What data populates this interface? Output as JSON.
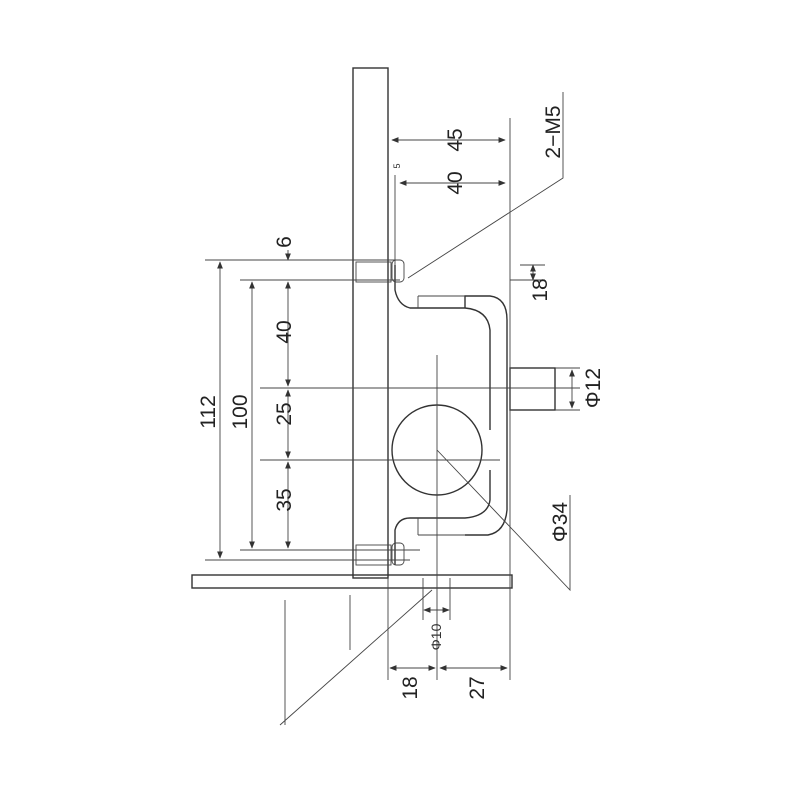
{
  "drawing": {
    "dimensions": {
      "top_45": "45",
      "top_40": "40",
      "small_5": "5",
      "thread": "2−M5",
      "offset_18_top": "18",
      "total_112": "112",
      "span_100": "100",
      "d_6": "6",
      "d_40": "40",
      "d_25": "25",
      "d_35": "35",
      "shaft_dia": "Φ12",
      "roller_dia": "Φ34",
      "hole_dia": "Φ10",
      "bottom_18": "18",
      "bottom_27": "27"
    },
    "colors": {
      "line": "#333333",
      "background": "#ffffff"
    }
  }
}
